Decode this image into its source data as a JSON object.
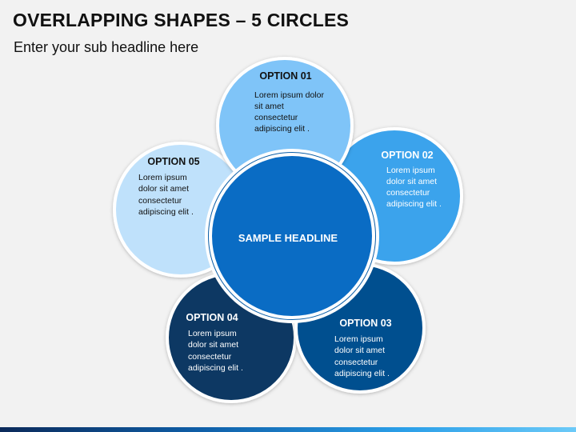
{
  "header": {
    "title": "OVERLAPPING SHAPES – 5 CIRCLES",
    "subtitle": "Enter your sub headline here"
  },
  "center": {
    "label": "SAMPLE HEADLINE",
    "color": "#0a6cc4"
  },
  "options": [
    {
      "title": "OPTION 01",
      "lines": [
        "Lorem ipsum dolor",
        "sit amet",
        "consectetur",
        "adipiscing elit ."
      ],
      "color": "#7fc4f8",
      "text_color": "#111111"
    },
    {
      "title": "OPTION 02",
      "lines": [
        "Lorem ipsum",
        "dolor sit amet",
        "consectetur",
        "adipiscing elit ."
      ],
      "color": "#3aa3ec",
      "text_color": "#ffffff"
    },
    {
      "title": "OPTION 03",
      "lines": [
        "Lorem ipsum",
        "dolor sit amet",
        "consectetur",
        "adipiscing elit ."
      ],
      "color": "#06508f",
      "text_color": "#ffffff"
    },
    {
      "title": "OPTION 04",
      "lines": [
        "Lorem ipsum",
        "dolor sit amet",
        "consectetur",
        "adipiscing elit ."
      ],
      "color": "#073763",
      "text_color": "#ffffff"
    },
    {
      "title": "OPTION 05",
      "lines": [
        "Lorem ipsum",
        "dolor sit amet",
        "consectetur",
        "adipiscing elit ."
      ],
      "color": "#bfe1fb",
      "text_color": "#111111"
    }
  ]
}
